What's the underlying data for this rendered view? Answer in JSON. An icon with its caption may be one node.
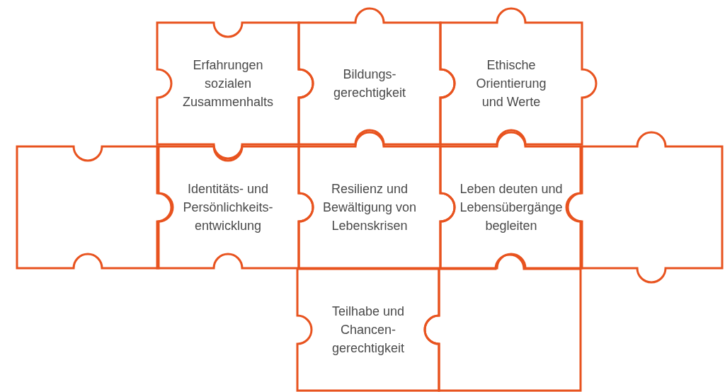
{
  "diagram": {
    "nodes": [
      {
        "text": [
          "Erfahrungen sozialen Zusammenhalts"
        ]
      },
      {
        "text": [
          "Bildungs- gerechtigkeit"
        ]
      },
      {
        "text": [
          "Ethische Orientierung und Werte"
        ]
      },
      {
        "text": [],
        "shape": "puzzle"
      },
      {
        "text": [
          "Identitäts- und Persönlichkeits- entwicklung"
        ]
      },
      {
        "text": [
          "Resilienz und Bewältigung von Lebenskrisen"
        ]
      },
      {
        "text": [
          "Leben deuten und Lebensübergänge begleiten"
        ]
      },
      {
        "text": [],
        "shape": "puzzle"
      },
      {
        "text": [
          "Teilhabe und Chancen- gerechtigkeit"
        ]
      },
      {
        "text": [],
        "shape": "puzzle"
      }
    ]
  }
}
